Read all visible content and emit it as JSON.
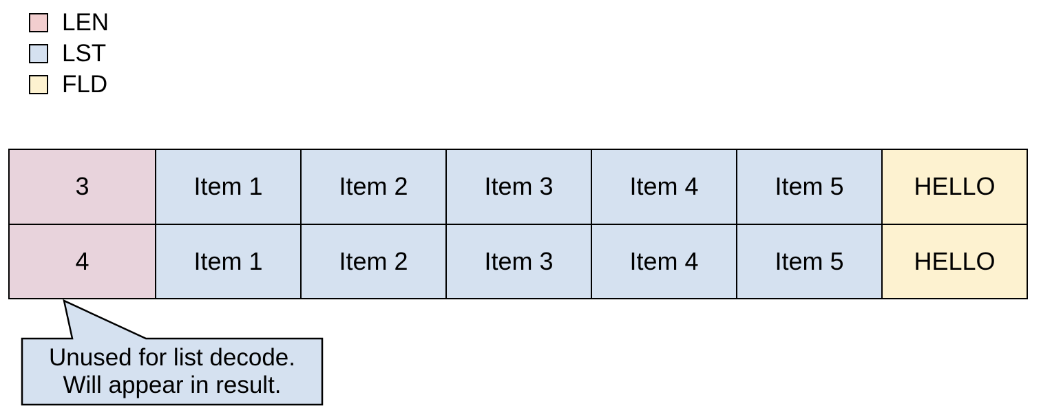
{
  "canvas": {
    "background": "#ffffff"
  },
  "legend": {
    "items": [
      {
        "label": "LEN",
        "color": "#f2cecf"
      },
      {
        "label": "LST",
        "color": "#d5e1f0"
      },
      {
        "label": "FLD",
        "color": "#fdf2d0"
      }
    ]
  },
  "table": {
    "colors": {
      "LEN": "#e8d3dc",
      "LST": "#d5e1f0",
      "FLD": "#fdf2d0"
    },
    "rows": [
      {
        "cells": [
          {
            "type": "LEN",
            "text": "3"
          },
          {
            "type": "LST",
            "text": "Item 1"
          },
          {
            "type": "LST",
            "text": "Item 2"
          },
          {
            "type": "LST",
            "text": "Item 3"
          },
          {
            "type": "LST",
            "text": "Item 4"
          },
          {
            "type": "LST",
            "text": "Item 5"
          },
          {
            "type": "FLD",
            "text": "HELLO"
          }
        ]
      },
      {
        "cells": [
          {
            "type": "LEN",
            "text": "4"
          },
          {
            "type": "LST",
            "text": "Item 1"
          },
          {
            "type": "LST",
            "text": "Item 2"
          },
          {
            "type": "LST",
            "text": "Item 3"
          },
          {
            "type": "LST",
            "text": "Item 4"
          },
          {
            "type": "LST",
            "text": "Item 5"
          },
          {
            "type": "FLD",
            "text": "HELLO"
          }
        ]
      }
    ]
  },
  "callout": {
    "lines": [
      "Unused for list decode.",
      "Will appear in result."
    ],
    "fill": "#d5e1f0",
    "stroke": "#000000"
  }
}
